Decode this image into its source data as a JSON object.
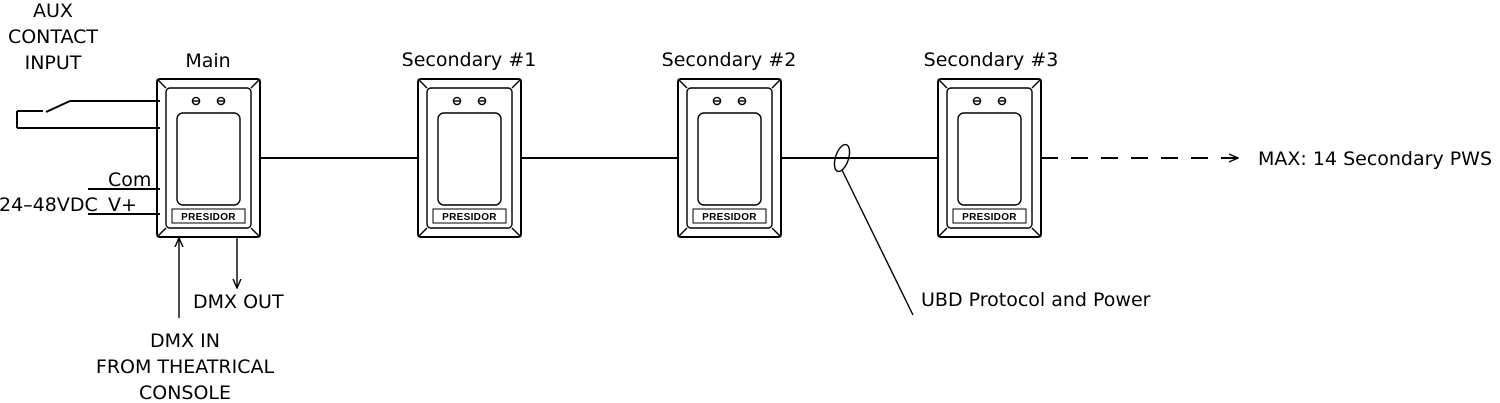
{
  "aux_input_lines": [
    "AUX",
    "CONTACT",
    "INPUT"
  ],
  "device_labels": [
    "Main",
    "Secondary #1",
    "Secondary #2",
    "Secondary #3"
  ],
  "brand_text": "PRESIDOR",
  "com_label": "Com",
  "vplus_label": "V+",
  "voltage_label": "24–48VDC",
  "dmx_out_label": "DMX OUT",
  "dmx_in_lines": [
    "DMX IN",
    "FROM THEATRICAL",
    "CONSOLE"
  ],
  "cable_label": "UBD Protocol and Power",
  "max_label": "MAX: 14 Secondary PWS"
}
